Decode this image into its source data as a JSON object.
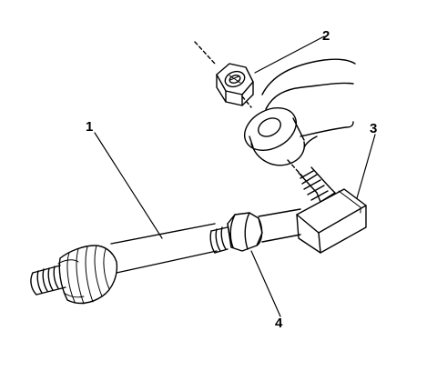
{
  "diagram": {
    "callouts": [
      {
        "id": "1",
        "label": "1"
      },
      {
        "id": "2",
        "label": "2"
      },
      {
        "id": "3",
        "label": "3"
      },
      {
        "id": "4",
        "label": "4"
      }
    ],
    "colors": {
      "stroke": "#000000",
      "fill": "#ffffff",
      "thread": "#000000"
    }
  }
}
